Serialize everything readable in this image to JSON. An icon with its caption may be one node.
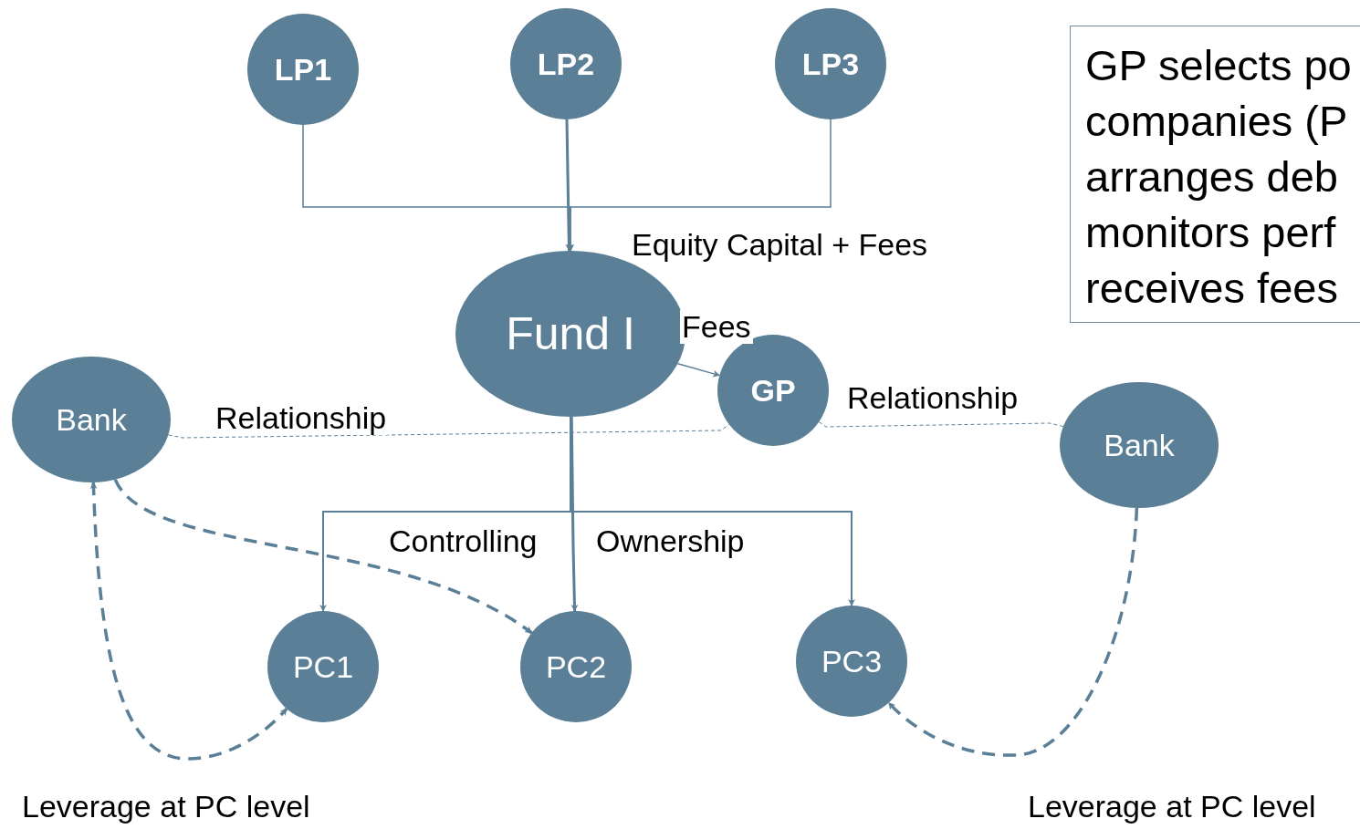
{
  "diagram": {
    "nodes": [
      {
        "text": [
          "LP1"
        ]
      },
      {
        "text": [
          "LP2"
        ]
      },
      {
        "text": [
          "LP3"
        ]
      },
      {
        "text": [
          "Fund I"
        ]
      },
      {
        "text": [
          "GP"
        ]
      },
      {
        "text": [
          "Bank"
        ]
      },
      {
        "text": [
          "Bank"
        ]
      },
      {
        "text": [
          "PC1"
        ]
      },
      {
        "text": [
          "PC2"
        ]
      },
      {
        "text": [
          "PC3"
        ]
      },
      {
        "text": [
          "GP selects po companies (P arranges deb monitors perf receives fees"
        ]
      }
    ],
    "edges": [
      {
        "from": 0,
        "to": 3,
        "arrow": "to"
      },
      {
        "from": 1,
        "to": 3,
        "arrow": "to",
        "label": "Equity Capital + Fees"
      },
      {
        "from": 2,
        "to": 3,
        "arrow": "to"
      },
      {
        "from": 3,
        "to": 4,
        "arrow": "to",
        "label": "Fees"
      },
      {
        "from": 5,
        "to": 4,
        "arrow": "none",
        "label": "Relationship",
        "style": "dashed"
      },
      {
        "from": 4,
        "to": 6,
        "arrow": "none",
        "label": "Relationship",
        "style": "dashed"
      },
      {
        "from": 3,
        "to": 7,
        "arrow": "to",
        "label": "Controlling"
      },
      {
        "from": 3,
        "to": 8,
        "arrow": "to"
      },
      {
        "from": 3,
        "to": 9,
        "arrow": "to",
        "label": "Ownership"
      },
      {
        "from": 5,
        "to": 7,
        "arrow": "both",
        "style": "dashed"
      },
      {
        "from": 5,
        "to": 8,
        "arrow": "to",
        "style": "dashed"
      },
      {
        "from": 6,
        "to": 9,
        "arrow": "to",
        "style": "dashed"
      }
    ],
    "labels": [
      "Leverage at PC level",
      "Leverage at PC level"
    ]
  }
}
